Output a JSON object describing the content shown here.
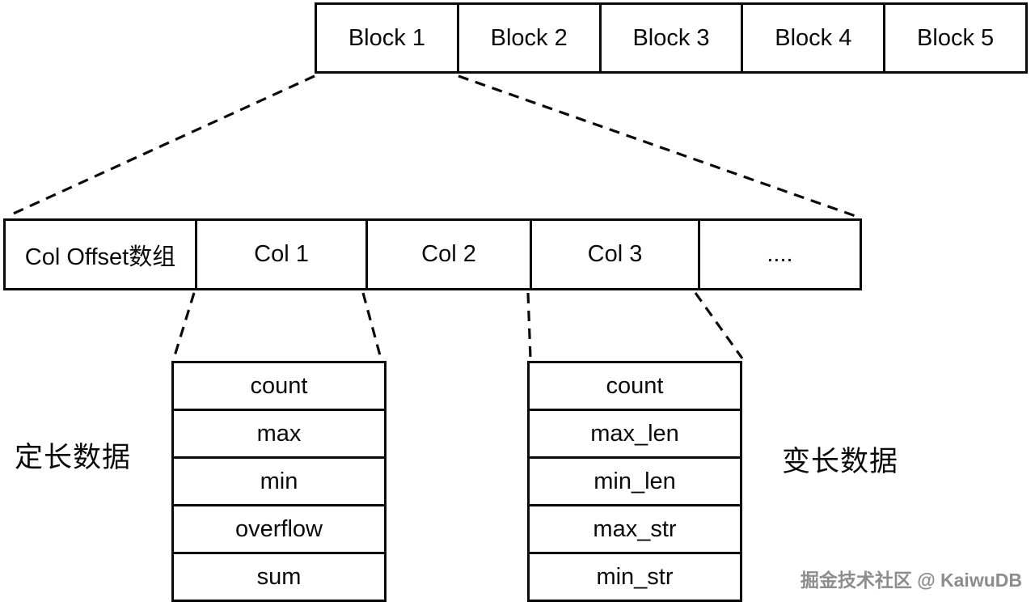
{
  "block_row": {
    "blocks": [
      "Block 1",
      "Block 2",
      "Block 3",
      "Block 4",
      "Block 5"
    ]
  },
  "column_row": {
    "cells": [
      "Col Offset数组",
      "Col 1",
      "Col 2",
      "Col 3",
      "...."
    ]
  },
  "fixed_stats_table": {
    "rows": [
      "count",
      "max",
      "min",
      "overflow",
      "sum"
    ]
  },
  "var_stats_table": {
    "rows": [
      "count",
      "max_len",
      "min_len",
      "max_str",
      "min_str"
    ]
  },
  "labels": {
    "fixed_length": "定长数据",
    "variable_length": "变长数据"
  },
  "watermark": {
    "text": "掘金技术社区 @ KaiwuDB"
  },
  "colors": {
    "line": "#0a0a0a",
    "background": "#ffffff",
    "watermark_gray": "#8d8d8d"
  }
}
